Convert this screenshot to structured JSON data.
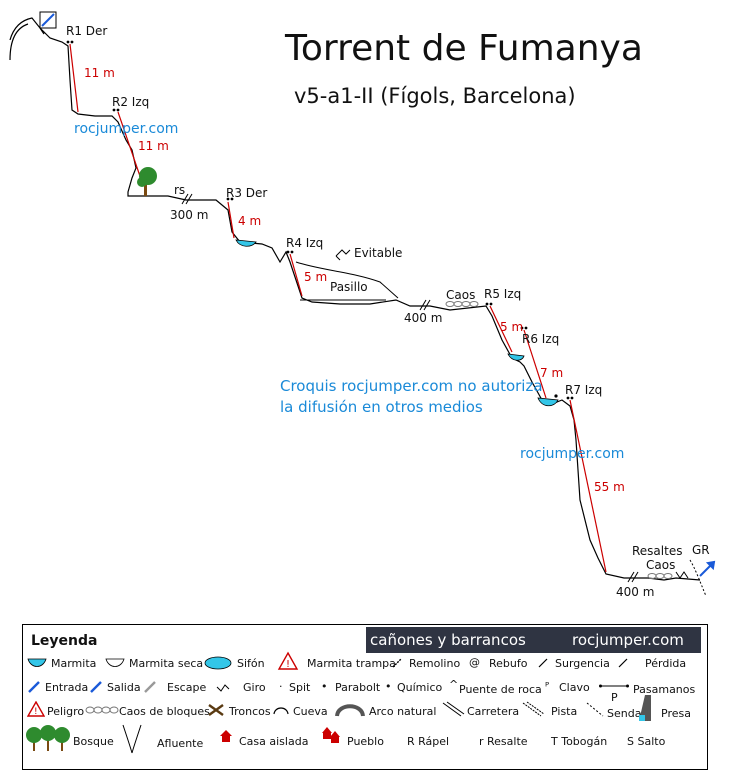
{
  "header": {
    "title": "Torrent de Fumanya",
    "subtitle": "v5-a1-II (Fígols, Barcelona)"
  },
  "watermarks": [
    "rocjumper.com",
    "rocjumper.com"
  ],
  "copyright_note": {
    "line1": "Croquis rocjumper.com no autoriza",
    "line2": "la difusión en otros medios"
  },
  "stations": {
    "r1": "R1 Der",
    "r2": "R2 Izq",
    "r3": "R3 Der",
    "r4": "R4 Izq",
    "r5": "R5 Izq",
    "r6": "R6 Izq",
    "r7": "R7 Izq"
  },
  "drops": {
    "r1": "11 m",
    "r2": "11 m",
    "r3": "4 m",
    "r4": "5 m",
    "r5": "5 m",
    "r6": "7 m",
    "r7": "55 m"
  },
  "features": {
    "rs": "rs",
    "gap1": "300 m",
    "evitable": "Evitable",
    "pasillo": "Pasillo",
    "caos": "Caos",
    "gap2": "400 m",
    "resaltes": "Resaltes",
    "caos2": "Caos",
    "gr": "GR",
    "gap3": "400 m"
  },
  "legend": {
    "title": "Leyenda",
    "banner_left": "cañones y barrancos",
    "banner_right": "rocjumper.com",
    "items": {
      "marmita": "Marmita",
      "marmita_seca": "Marmita seca",
      "sifon": "Sifón",
      "marmita_trampa": "Marmita trampa",
      "remolino": "Remolino",
      "rebufo": "Rebufo",
      "surgencia": "Surgencia",
      "perdida": "Pérdida",
      "entrada": "Entrada",
      "salida": "Salida",
      "escape": "Escape",
      "giro": "Giro",
      "spit": "Spit",
      "parabolt": "Parabolt",
      "quimico": "Químico",
      "puente_roca": "Puente de roca",
      "clavo": "Clavo",
      "pasamanos": "Pasamanos",
      "peligro": "Peligro",
      "caos_bloques": "Caos de bloques",
      "troncos": "Troncos",
      "cueva": "Cueva",
      "arco_natural": "Arco natural",
      "carretera": "Carretera",
      "pista": "Pista",
      "senda": "Senda",
      "presa": "Presa",
      "bosque": "Bosque",
      "afluente": "Afluente",
      "casa_aislada": "Casa aislada",
      "pueblo": "Pueblo",
      "r_rapel": "R Rápel",
      "r_resalte": "r Resalte",
      "t_tobogan": "T Tobogán",
      "s_salto": "S Salto",
      "p_symbol": "P"
    }
  },
  "colors": {
    "rope": "#cc0000",
    "water": "#33c6e8",
    "link": "#1a8ad8",
    "banner_bg": "#2f3442",
    "tree": "#2e8b2e"
  }
}
